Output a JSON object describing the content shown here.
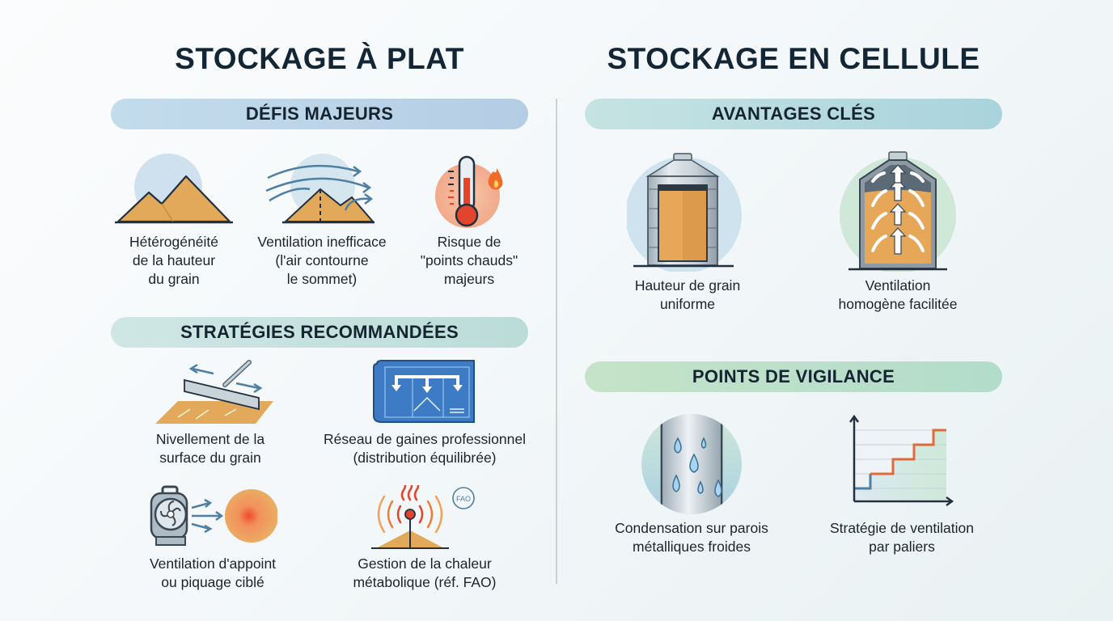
{
  "left": {
    "title": "STOCKAGE À PLAT",
    "challenges": {
      "heading": "DÉFIS MAJEURS",
      "items": [
        {
          "icon": "uneven-grain-piles-icon",
          "label": "Hétérogénéité\nde la hauteur\ndu grain"
        },
        {
          "icon": "air-bypass-pile-icon",
          "label": "Ventilation inefficace\n(l'air contourne\nle sommet)"
        },
        {
          "icon": "thermometer-fire-icon",
          "label": "Risque de\n\"points chauds\"\nmajeurs"
        }
      ]
    },
    "strategies": {
      "heading": "STRATÉGIES RECOMMANDÉES",
      "items": [
        {
          "icon": "grain-leveling-rake-icon",
          "label": "Nivellement de la\nsurface du grain"
        },
        {
          "icon": "duct-network-blueprint-icon",
          "label": "Réseau de gaines professionnel\n(distribution équilibrée)"
        },
        {
          "icon": "fan-targeted-ventilation-icon",
          "label": "Ventilation d'appoint\nou piquage ciblé"
        },
        {
          "icon": "metabolic-heat-fao-icon",
          "label": "Gestion de la chaleur\nmétabolique (réf. FAO)"
        }
      ]
    }
  },
  "right": {
    "title": "STOCKAGE EN CELLULE",
    "advantages": {
      "heading": "AVANTAGES CLÉS",
      "items": [
        {
          "icon": "silo-uniform-grain-icon",
          "label": "Hauteur de grain\nuniforme"
        },
        {
          "icon": "silo-airflow-arrows-icon",
          "label": "Ventilation\nhomogène facilitée"
        }
      ]
    },
    "vigilance": {
      "heading": "POINTS DE VIGILANCE",
      "items": [
        {
          "icon": "condensation-metal-wall-icon",
          "label": "Condensation sur parois\nmétalliques froides"
        },
        {
          "icon": "step-chart-ventilation-icon",
          "label": "Stratégie de ventilation\npar paliers"
        }
      ]
    }
  },
  "colors": {
    "title": "#132636",
    "grain": "#e3a95a",
    "grain_dark": "#c98a3e",
    "air_arrow": "#4f7fa3",
    "heat": "#e2452c",
    "blueprint": "#3d7cc4",
    "steel": "#b9c4cc"
  }
}
